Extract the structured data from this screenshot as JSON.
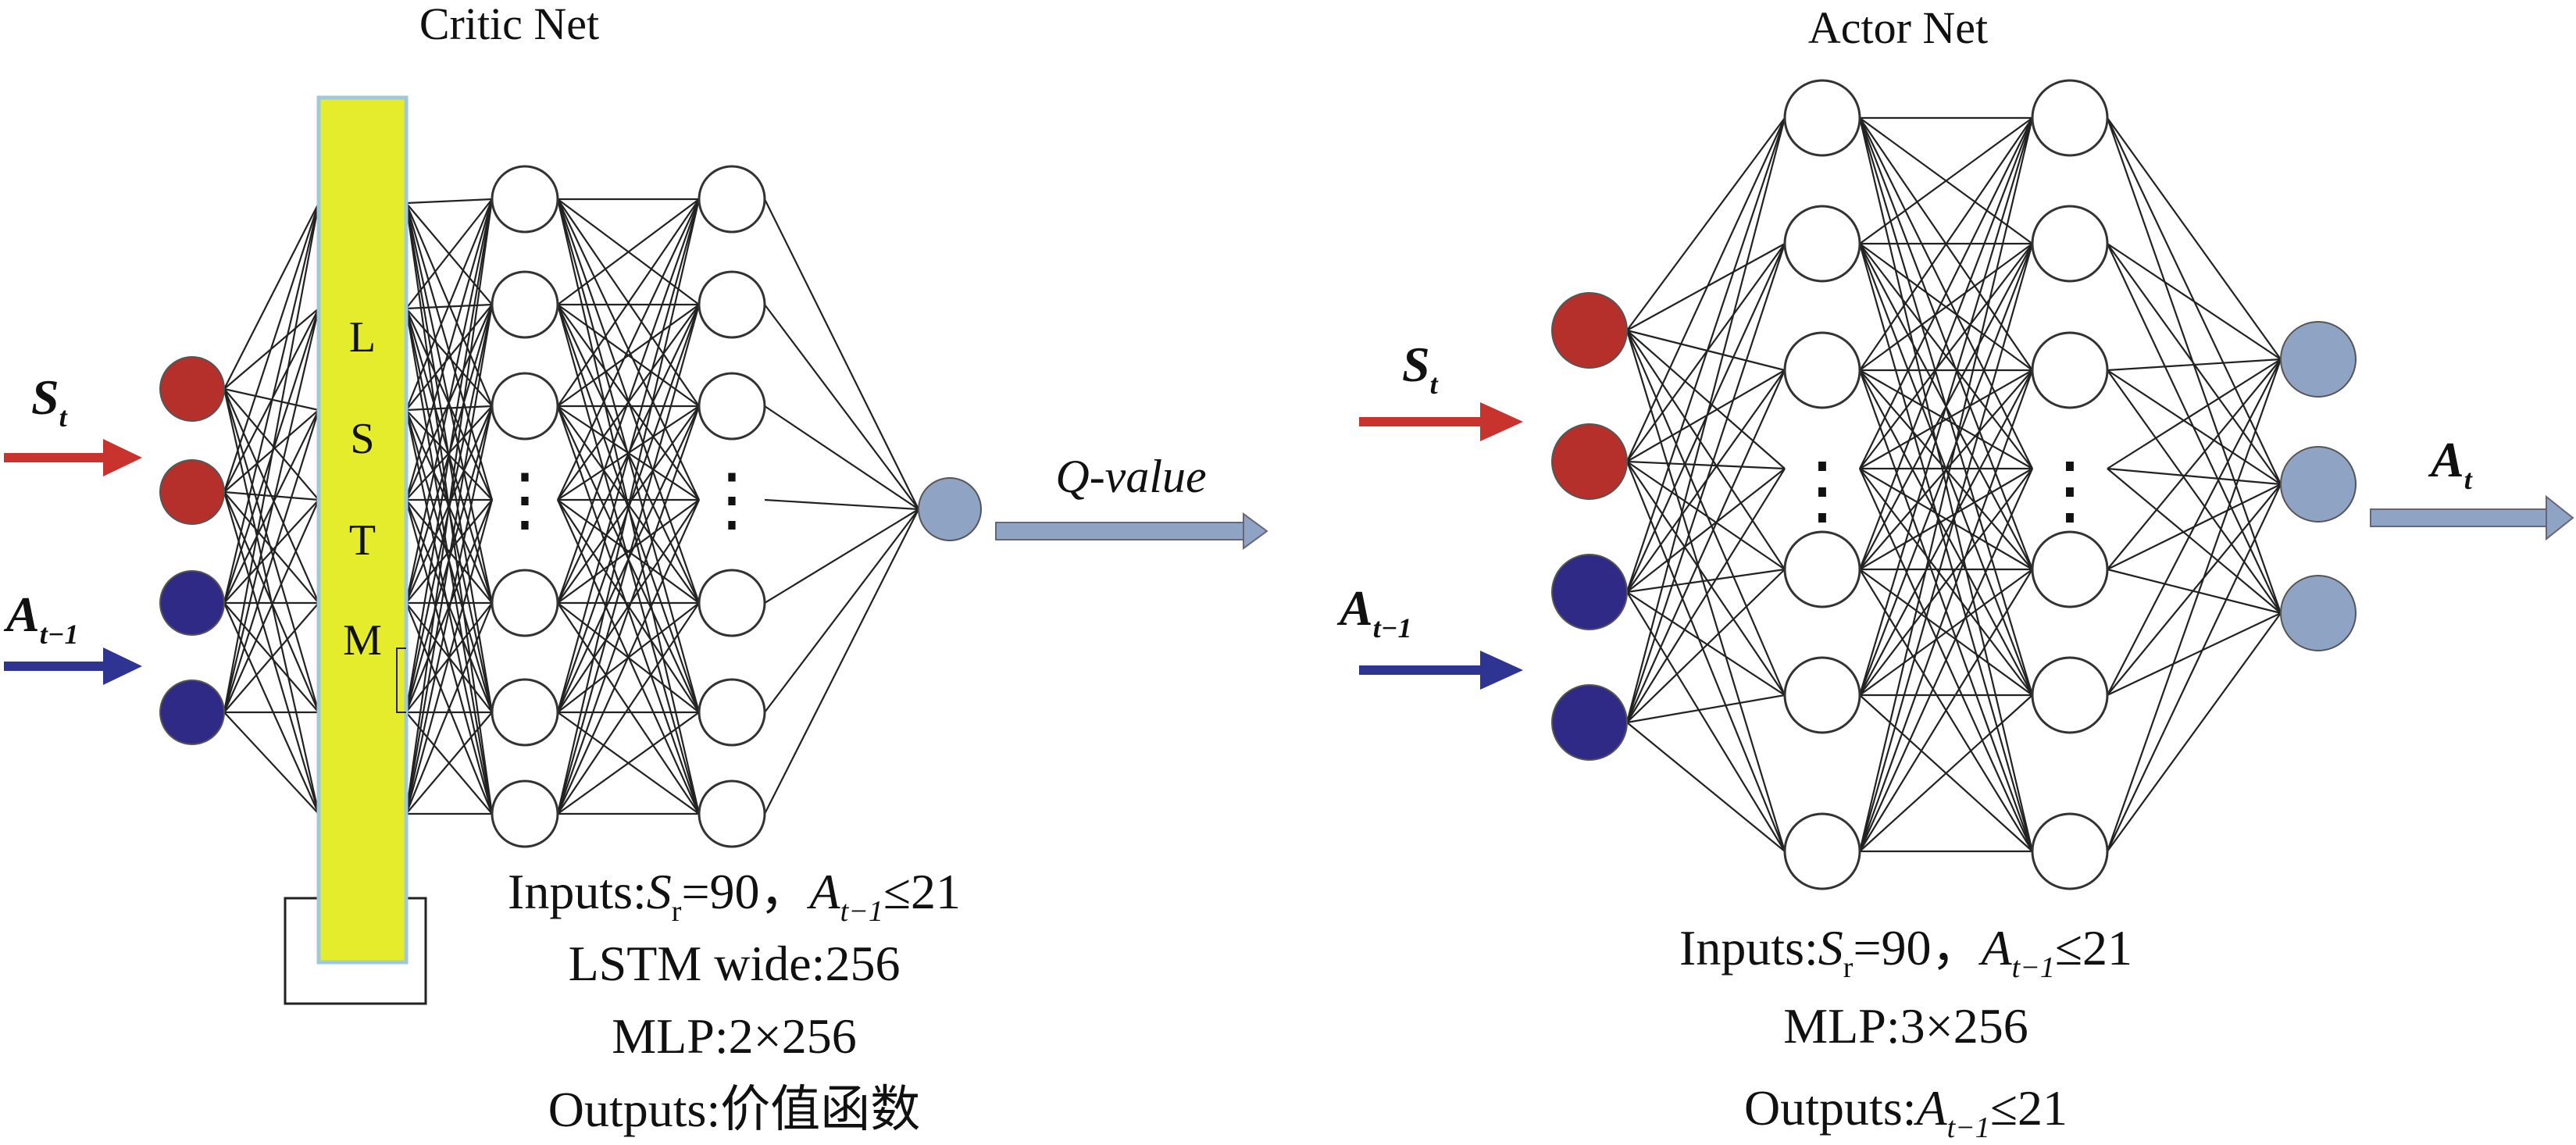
{
  "critic": {
    "title": "Critic Net",
    "lstm_letters": [
      "L",
      "S",
      "T",
      "M"
    ],
    "input_state_label": "S",
    "input_state_sub": "t",
    "input_action_label": "A",
    "input_action_sub": "t−1",
    "output_label": "Q-value",
    "ellipsis": "⋮",
    "specs": {
      "line1_prefix": "Inputs:",
      "line1_S": "S",
      "line1_S_sub": "r",
      "line1_mid": "=90，",
      "line1_A": "A",
      "line1_A_sub": "t−1",
      "line1_end": "≤21",
      "line2": "LSTM wide:256",
      "line3": "MLP:2×256",
      "line4": "Outputs:价值函数"
    }
  },
  "actor": {
    "title": "Actor Net",
    "input_state_label": "S",
    "input_state_sub": "t",
    "input_action_label": "A",
    "input_action_sub": "t−1",
    "output_label": "A",
    "output_sub": "t",
    "ellipsis": "⋮",
    "specs": {
      "line1_prefix": "Inputs:",
      "line1_S": "S",
      "line1_S_sub": "r",
      "line1_mid": "=90，",
      "line1_A": "A",
      "line1_A_sub": "t−1",
      "line1_end": "≤21",
      "line2": "MLP:3×256",
      "line3_prefix": "Outputs:",
      "line3_A": "A",
      "line3_A_sub": "t−1",
      "line3_end": "≤21"
    }
  },
  "colors": {
    "state_node": "#b5302b",
    "action_node": "#2e2a86",
    "output_node": "#8fa3c4",
    "lstm_fill": "#e4ec2c",
    "lstm_border": "#9fc8d8",
    "state_arrow": "#c8332d",
    "action_arrow": "#2e3491",
    "output_arrow": "#8fa3c4"
  }
}
